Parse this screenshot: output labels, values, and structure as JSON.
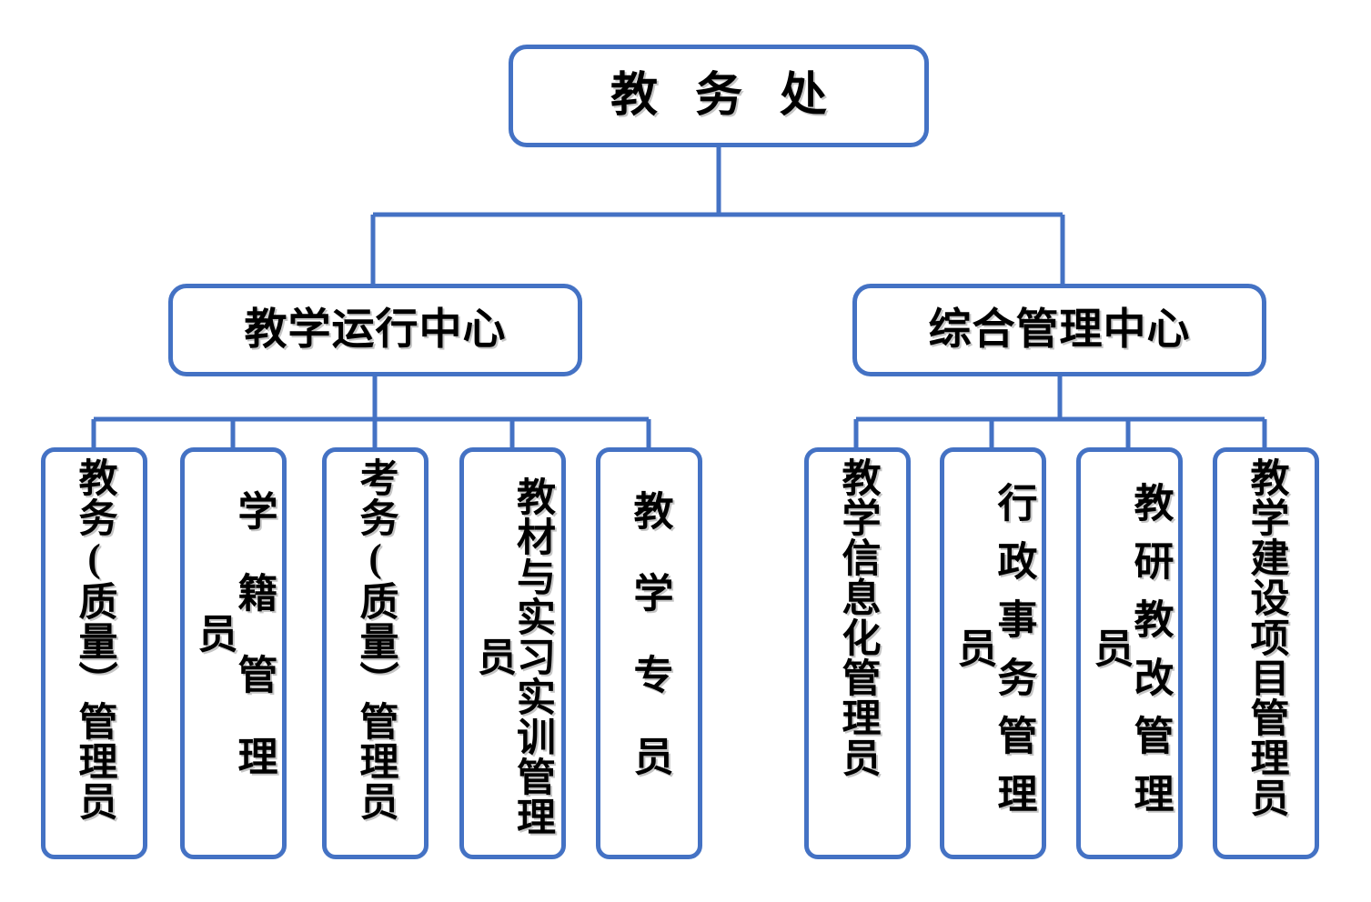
{
  "diagram": {
    "title": "教务处组织结构图",
    "type": "organization-chart",
    "accent_color": "#4472C4",
    "box_fill_color": "#FFFFFF",
    "text_color": "#000000",
    "root": {
      "label": "教 务 处"
    },
    "centers": [
      {
        "label": "教学运行中心"
      },
      {
        "label": "综合管理中心"
      }
    ],
    "left_leaves": [
      {
        "label": "教务(质量）管理员"
      },
      {
        "label": "学籍管理员"
      },
      {
        "label": "考务(质量）管理员"
      },
      {
        "label": "教材与实习实训管理员"
      },
      {
        "label": "教学专员"
      }
    ],
    "right_leaves": [
      {
        "label": "教学信息化管理员"
      },
      {
        "label": "行政事务管理员"
      },
      {
        "label": "教研教改管理员"
      },
      {
        "label": "教学建设项目管理员"
      }
    ]
  }
}
